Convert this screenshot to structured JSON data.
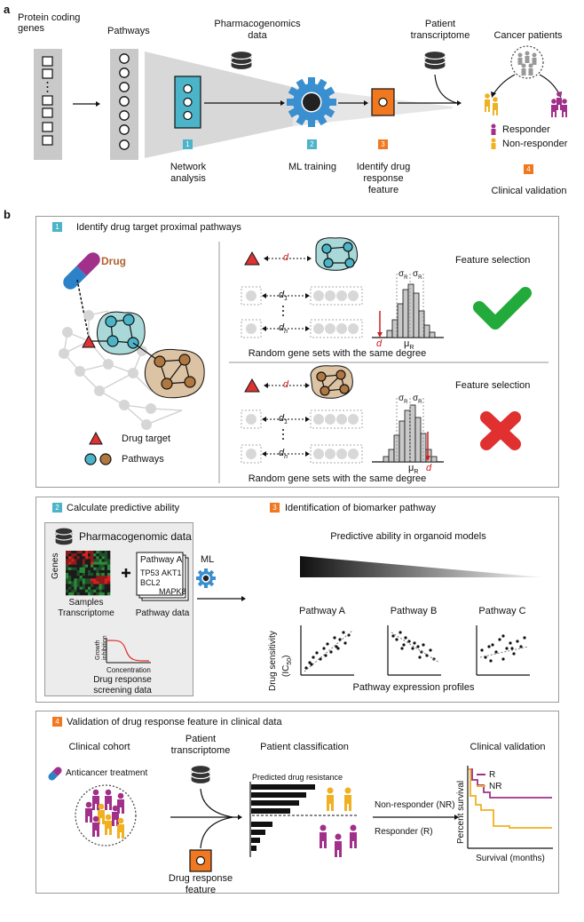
{
  "panel_a": {
    "label": "a",
    "protein_coding_genes": "Protein coding\ngenes",
    "pathways": "Pathways",
    "pharmacogenomics_data": "Pharmacogenomics\ndata",
    "patient_transcriptome": "Patient\ntranscriptome",
    "cancer_patients": "Cancer patients",
    "step1_num": "1",
    "step1_label": "Network\nanalysis",
    "step2_num": "2",
    "step2_label": "ML training",
    "step3_num": "3",
    "step3_label": "Identify drug\nresponse\nfeature",
    "step4_num": "4",
    "step4_label": "Clinical validation",
    "responder": "Responder",
    "non_responder": "Non-responder"
  },
  "panel_b": {
    "label": "b",
    "s1_num": "1",
    "s1_title": "Identify drug target proximal pathways",
    "drug": "Drug",
    "drug_target": "Drug target",
    "pathways_legend": "Pathways",
    "feature_selection": "Feature selection",
    "random_sets": "Random gene sets with the same degree",
    "d": "d",
    "d1": "d",
    "dn": "d",
    "sub1": "1",
    "subn": "n",
    "mu": "μ",
    "sigma": "σ",
    "subR": "R",
    "s2_num": "2",
    "s2_title": "Calculate predictive ability",
    "pharmacogenomic_data": "Pharmacogenomic data",
    "genes": "Genes",
    "samples": "Samples",
    "transcriptome": "Transcriptome",
    "pathway_a_card": "Pathway A",
    "gene_list": [
      "TP53",
      "AKT1",
      "BCL2",
      "MAPK8"
    ],
    "pathway_data": "Pathway data",
    "growth_inhibition": "Growth\ninhibition",
    "concentration": "Concentration",
    "drug_response_screening": "Drug response\nscreening data",
    "ml": "ML",
    "s3_num": "3",
    "s3_title": "Identification of biomarker pathway",
    "predictive_ability": "Predictive ability in organoid models",
    "pathway_A": "Pathway A",
    "pathway_B": "Pathway B",
    "pathway_C": "Pathway C",
    "drug_sensitivity": "Drug sensitivity",
    "ic50": "(IC",
    "ic50_sub": "50",
    "ic50_close": ")",
    "pathway_expression": "Pathway expression profiles",
    "s4_num": "4",
    "s4_title": "Validation of drug response feature in clinical data",
    "clinical_cohort": "Clinical cohort",
    "anticancer_treatment": "Anticancer treatment",
    "patient_transcriptome": "Patient\ntranscriptome",
    "patient_classification": "Patient classification",
    "predicted_resistance": "Predicted drug resistance",
    "nr_label": "Non-responder (NR)",
    "r_label": "Responder (R)",
    "drug_response_feature": "Drug response\nfeature",
    "clinical_validation": "Clinical validation",
    "km_R": "R",
    "km_NR": "NR",
    "percent_survival": "Percent survival",
    "survival_months": "Survival (months)"
  },
  "colors": {
    "teal": "#4bb4c8",
    "orange": "#f07820",
    "brown": "#b07840",
    "purple": "#a0308a",
    "yellow": "#f0b020",
    "green": "#22aa3a",
    "red": "#e03030",
    "blue": "#2b82c8"
  }
}
